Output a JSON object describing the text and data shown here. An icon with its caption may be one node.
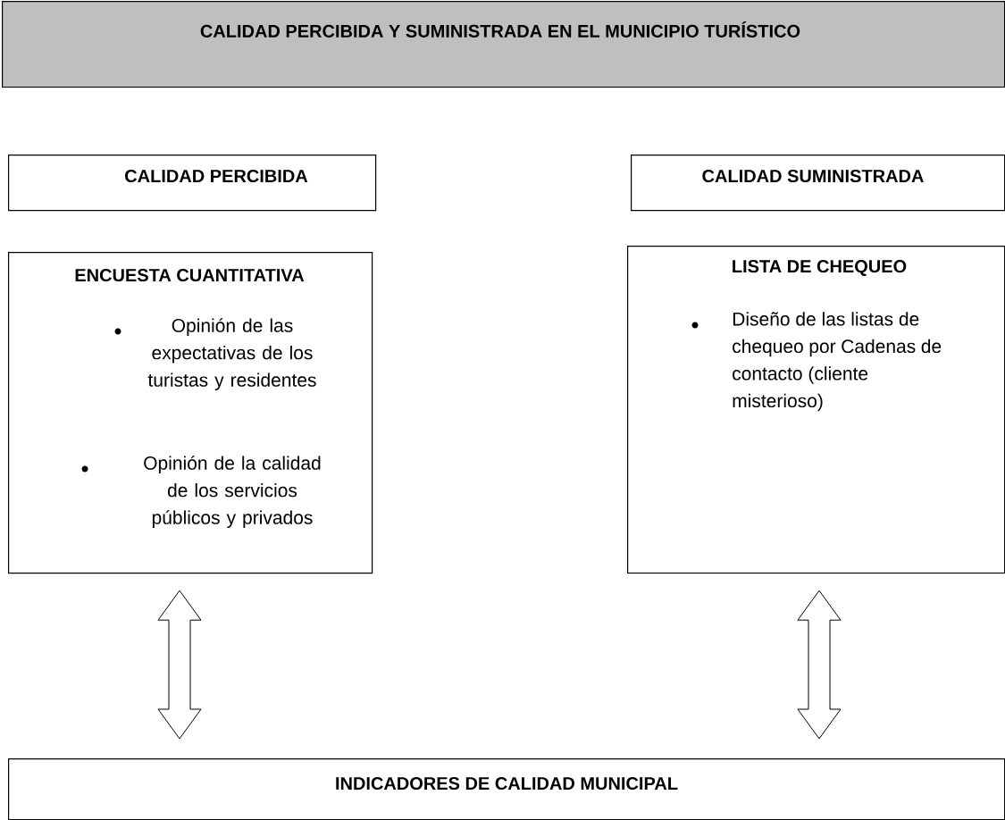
{
  "diagram": {
    "nodes": [
      {
        "text": [
          "CALIDAD PERCIBIDA Y SUMINISTRADA EN EL MUNICIPIO TURÍSTICO"
        ]
      },
      {
        "text": [
          "CALIDAD PERCIBIDA"
        ]
      },
      {
        "text": [
          "CALIDAD SUMINISTRADA"
        ]
      },
      {
        "text": [
          "ENCUESTA CUANTITATIVA",
          "Opinión de las expectativas de los turistas y residentes",
          "Opinión de la calidad de los servicios públicos y privados"
        ]
      },
      {
        "text": [
          "LISTA DE CHEQUEO",
          "Diseño de las listas de chequeo por Cadenas de contacto (cliente misterioso)"
        ]
      },
      {
        "text": [
          "INDICADORES DE CALIDAD MUNICIPAL"
        ]
      }
    ],
    "edges": [
      {
        "from": 3,
        "to": 5,
        "arrow": "both"
      },
      {
        "from": 4,
        "to": 5,
        "arrow": "both"
      }
    ]
  }
}
